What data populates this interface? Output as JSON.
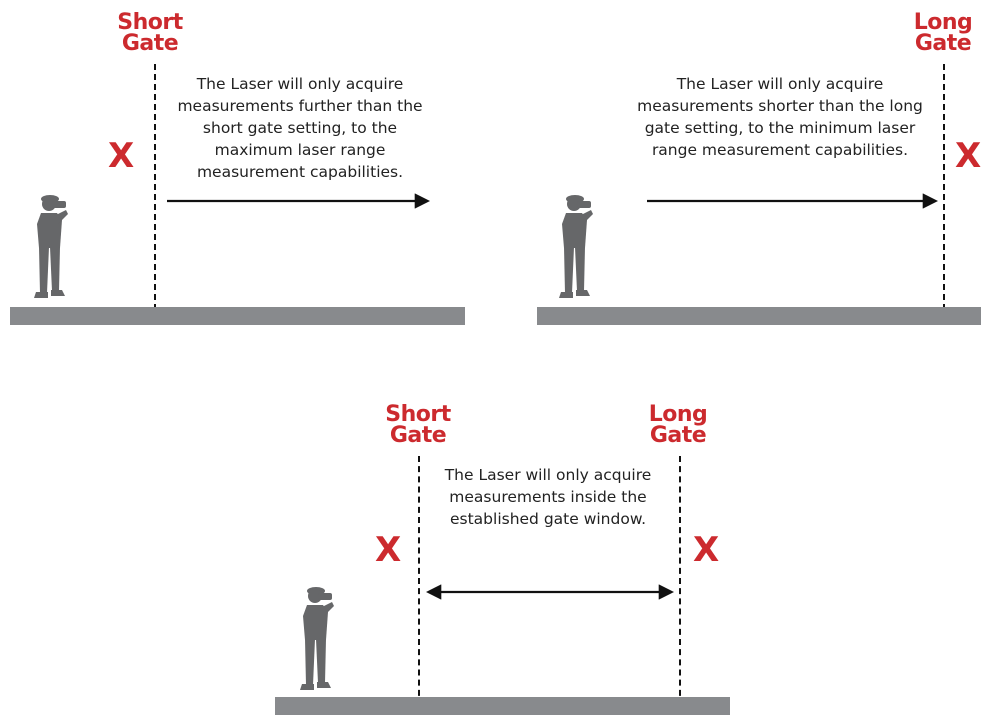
{
  "colors": {
    "accent": "#cc2a2e",
    "ground": "#888a8d",
    "figure": "#666769",
    "line": "#111111"
  },
  "icons": {
    "person": "person-with-rangefinder-icon",
    "exclude": "x-mark-icon"
  },
  "panels": {
    "short_gate": {
      "gate_label": [
        "Short",
        "Gate"
      ],
      "x_mark": "X",
      "description": [
        "The Laser will only acquire",
        "measurements further than the",
        "short gate setting, to the",
        "maximum laser range",
        "measurement capabilities."
      ]
    },
    "long_gate": {
      "gate_label": [
        "Long",
        "Gate"
      ],
      "x_mark": "X",
      "description": [
        "The Laser will only acquire",
        "measurements shorter than the long",
        "gate setting, to the minimum laser",
        "range measurement capabilities."
      ]
    },
    "gate_window": {
      "short_label": [
        "Short",
        "Gate"
      ],
      "long_label": [
        "Long",
        "Gate"
      ],
      "x_mark_left": "X",
      "x_mark_right": "X",
      "description": [
        "The Laser will only acquire",
        "measurements inside the",
        "established gate window."
      ]
    }
  }
}
